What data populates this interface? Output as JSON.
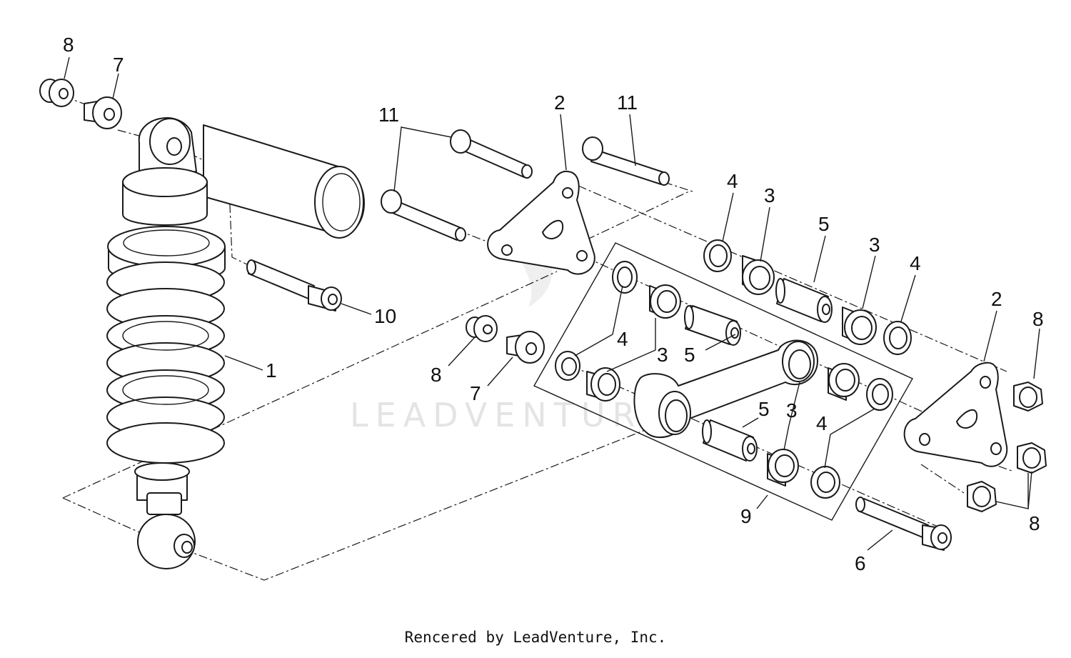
{
  "watermark": "LEADVENTURE",
  "footer": {
    "credit": "Rencered by LeadVenture, Inc."
  },
  "callouts": {
    "shock_absorber": "1",
    "link_plate_upper": "2",
    "link_plate_right": "2",
    "bushing_a": "3",
    "bushing_b": "3",
    "bushing_c": "3",
    "bushing_d": "3",
    "seal_a": "4",
    "seal_b": "4",
    "seal_c": "4",
    "seal_d": "4",
    "spacer_a": "5",
    "spacer_b": "5",
    "spacer_c": "5",
    "bolt_lower": "6",
    "washer_top": "7",
    "washer_mid": "7",
    "nut_top": "8",
    "nut_mid": "8",
    "nut_right_top": "8",
    "nut_right_bottom": "8",
    "linkage_assembly": "9",
    "bolt_shock": "10",
    "bolts_pair": "11",
    "bolt_single": "11"
  }
}
